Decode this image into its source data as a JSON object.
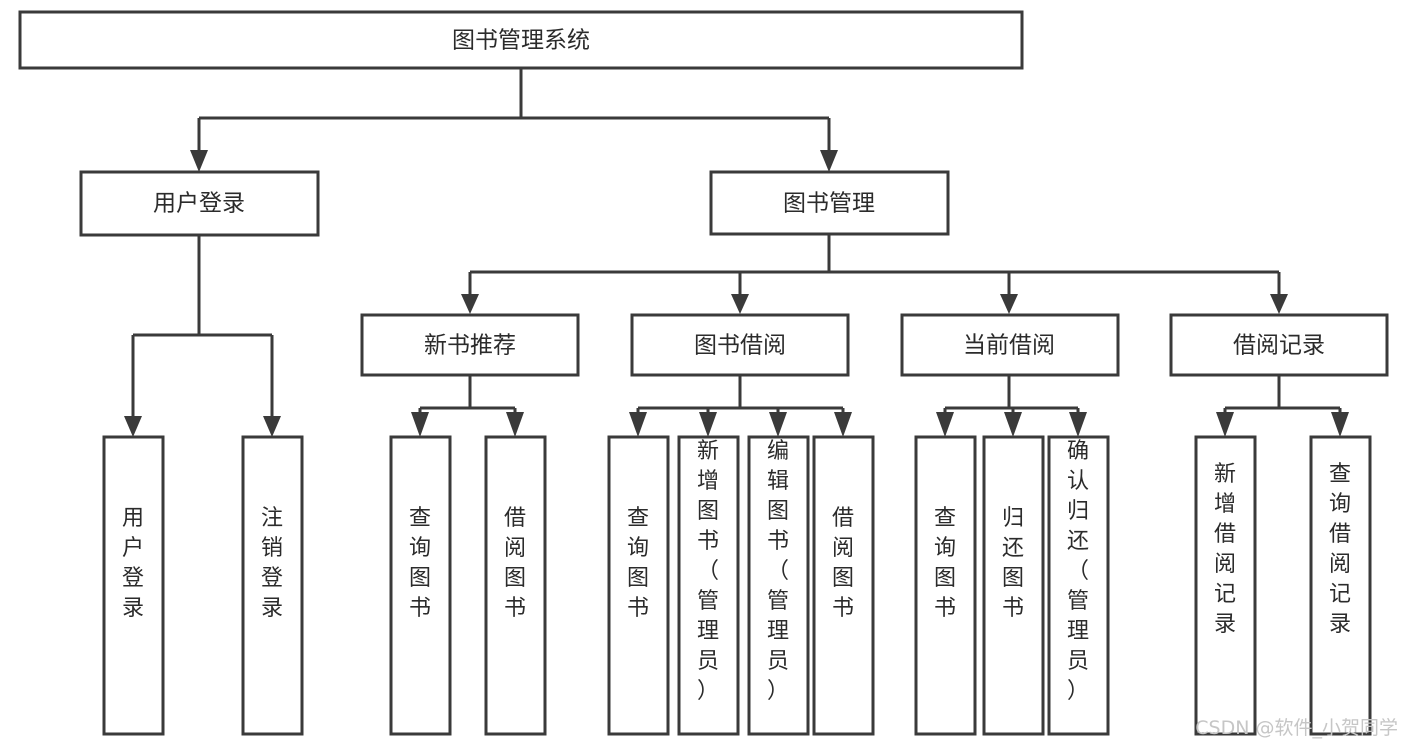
{
  "diagram": {
    "type": "tree-flowchart",
    "title": "图书管理系统",
    "orientation": "top-down",
    "colors": {
      "stroke": "#3a3a3a",
      "box_fill": "#ffffff",
      "text": "#2b2b2b",
      "background": "#ffffff",
      "watermark": "#c6c6c6"
    },
    "root": {
      "label": "图书管理系统"
    },
    "level1": [
      {
        "label": "用户登录"
      },
      {
        "label": "图书管理"
      }
    ],
    "level2": [
      {
        "label": "新书推荐"
      },
      {
        "label": "图书借阅"
      },
      {
        "label": "当前借阅"
      },
      {
        "label": "借阅记录"
      }
    ],
    "leaves": {
      "user_login": [
        {
          "label": "用户登录"
        },
        {
          "label": "注销登录"
        }
      ],
      "new_book_recommend": [
        {
          "label": "查询图书"
        },
        {
          "label": "借阅图书"
        }
      ],
      "book_borrow": [
        {
          "label": "查询图书"
        },
        {
          "label": "新增图书（管理员）"
        },
        {
          "label": "编辑图书（管理员）"
        },
        {
          "label": "借阅图书"
        }
      ],
      "current_borrow": [
        {
          "label": "查询图书"
        },
        {
          "label": "归还图书"
        },
        {
          "label": "确认归还（管理员）"
        }
      ],
      "borrow_record": [
        {
          "label": "新增借阅记录"
        },
        {
          "label": "查询借阅记录"
        }
      ]
    }
  },
  "watermark": {
    "text": "CSDN @软件_小贺同学"
  }
}
